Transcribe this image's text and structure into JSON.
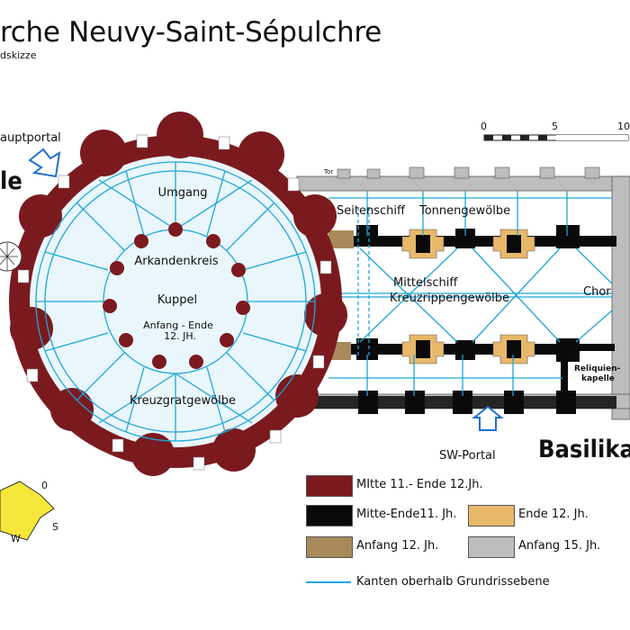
{
  "title": "rche Neuvy-Saint-Sépulchre",
  "subtitle": "dskizze",
  "labels": {
    "hauptportal": "auptportal",
    "rotunda_edge": "le",
    "umgang": "Umgang",
    "arkadenkreis": "Arkandenkreis",
    "kuppel": "Kuppel",
    "anfang_ende": "Anfang - Ende",
    "jh12": "12. JH.",
    "kreuzgrat": "Kreuzgratgewölbe",
    "seitenschiff": "Seitenschiff",
    "tonnengewoelbe": "Tonnengewölbe",
    "mittelschiff": "Mittelschiff",
    "kreuzrippen": "Kreuzrippengewölbe",
    "chor": "Chor",
    "reliquien1": "Reliquien-",
    "reliquien2": "kapelle",
    "sw_portal": "SW-Portal",
    "basilika": "Basilika",
    "tor": "Tor"
  },
  "scale": {
    "n0": "0",
    "n5": "5",
    "n10": "10"
  },
  "compass": {
    "o": "0",
    "w": "W",
    "s": "S"
  },
  "legend": [
    {
      "color": "#7a1a1f",
      "text": "MItte 11.- Ende 12.Jh."
    },
    {
      "color": "#0a0a0a",
      "text": "Mitte-Ende11. Jh."
    },
    {
      "color": "#e8b86a",
      "text": "Ende 12. Jh."
    },
    {
      "color": "#a88a5a",
      "text": "Anfang 12. Jh."
    },
    {
      "color": "#bdbdbd",
      "text": "Anfang 15. Jh."
    },
    {
      "color": "#1fa6d8",
      "text": "Kanten oberhalb Grundrissebene"
    }
  ]
}
